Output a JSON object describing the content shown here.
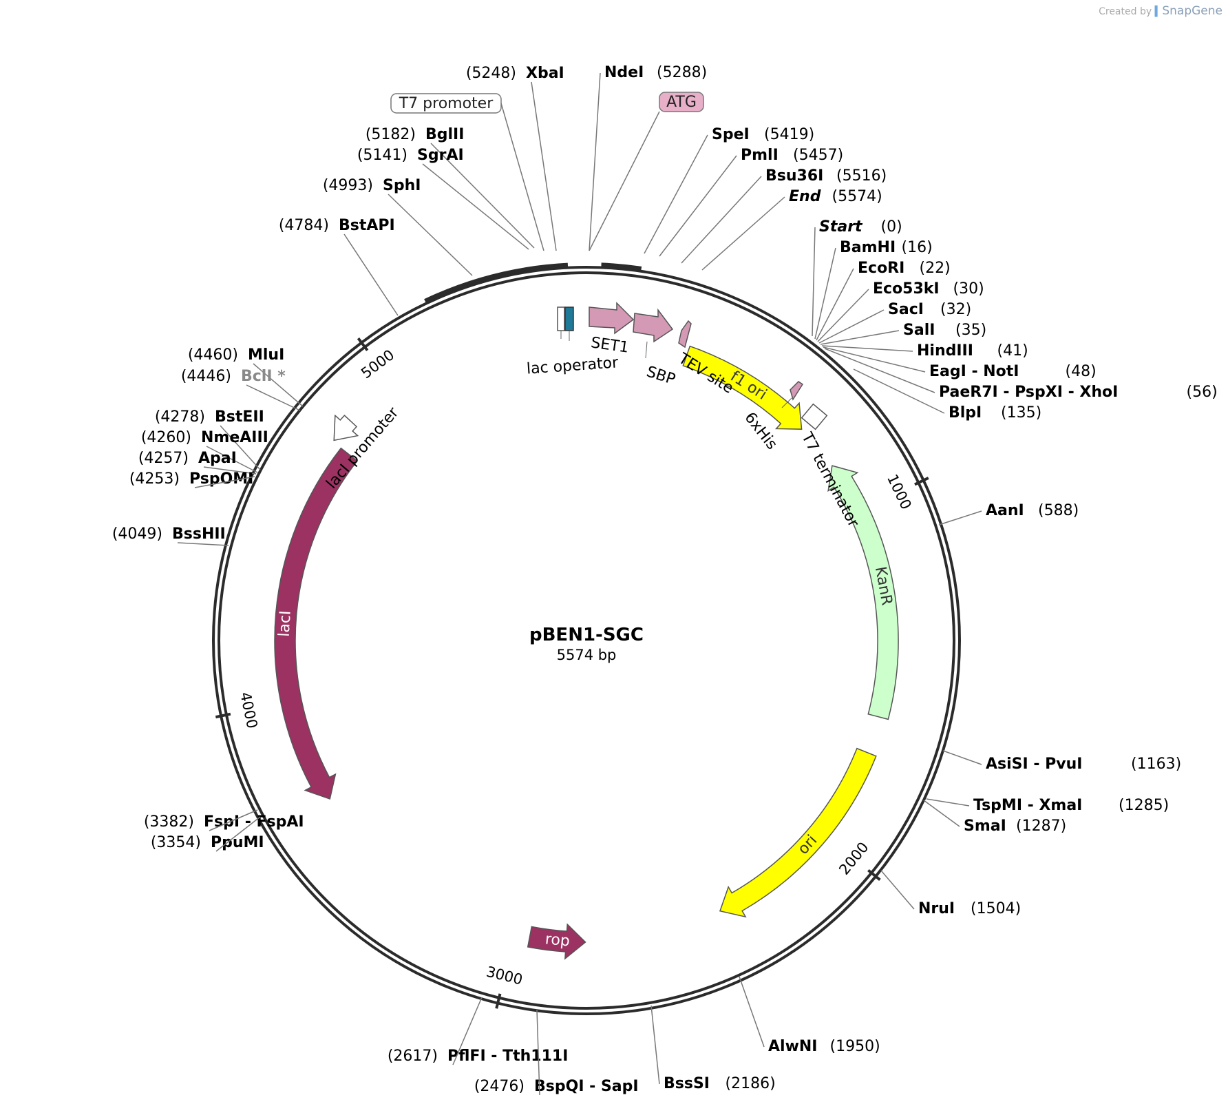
{
  "credit": {
    "prefix": "Created by",
    "brand": "SnapGene"
  },
  "plasmid": {
    "name": "pBEN1-SGC",
    "length_label": "5574 bp",
    "length": 5574
  },
  "ticks": [
    {
      "pos": 1000,
      "label": "1000"
    },
    {
      "pos": 2000,
      "label": "2000"
    },
    {
      "pos": 3000,
      "label": "3000"
    },
    {
      "pos": 4000,
      "label": "4000"
    },
    {
      "pos": 5000,
      "label": "5000"
    }
  ],
  "colors": {
    "lacI": "#9b3262",
    "rop": "#9b3262",
    "KanR": "#ccffcc",
    "ori": "#ffff00",
    "f1ori": "#ffff00",
    "pink": "#d49ab5",
    "lacop": "#1f7a99",
    "grey_label": "#8a8a8a"
  },
  "features": [
    {
      "name": "lacI",
      "label": "lacI",
      "start": 4770,
      "end": 3690,
      "type": "arrow",
      "color": "#9b3262",
      "text_color": "#ffffff",
      "inside": true
    },
    {
      "name": "lacI-promoter",
      "label": "lacI promoter",
      "start": 4845,
      "end": 4775,
      "type": "arrow",
      "color": "#ffffff"
    },
    {
      "name": "rop",
      "label": "rop",
      "start": 2955,
      "end": 2790,
      "type": "arrow",
      "color": "#9b3262",
      "text_color": "#ffffff",
      "inside": true
    },
    {
      "name": "KanR",
      "label": "KanR",
      "start": 1620,
      "end": 845,
      "type": "arrow",
      "color": "#ccffcc",
      "text_color": "#333333",
      "inside": true
    },
    {
      "name": "ori",
      "label": "ori",
      "start": 1730,
      "end": 2380,
      "type": "arrow",
      "color": "#ffff00",
      "text_color": "#333333",
      "inside": true
    },
    {
      "name": "f1-ori",
      "label": "f1 ori",
      "start": 300,
      "end": 705,
      "type": "arrow",
      "color": "#ffff00",
      "text_color": "#333333",
      "inside": true
    }
  ],
  "mcs_features": [
    {
      "name": "lac-operator",
      "label": "lac operator"
    },
    {
      "name": "SET1",
      "label": "SET1"
    },
    {
      "name": "SBP",
      "label": "SBP"
    },
    {
      "name": "TEV-site",
      "label": "TEV site"
    },
    {
      "name": "6xHis",
      "label": "6xHis"
    },
    {
      "name": "T7-terminator",
      "label": "T7 terminator"
    }
  ],
  "boxed_labels": [
    {
      "name": "T7-promoter",
      "label": "T7 promoter",
      "fill": "#ffffff"
    },
    {
      "name": "ATG",
      "label": "ATG",
      "fill": "#e8b0c8"
    }
  ],
  "sites": [
    {
      "name": "XbaI",
      "pos": "(5248)",
      "side": "left"
    },
    {
      "name": "NdeI",
      "pos": "(5288)",
      "side": "right"
    },
    {
      "name": "BglII",
      "pos": "(5182)",
      "side": "left"
    },
    {
      "name": "SgrAI",
      "pos": "(5141)",
      "side": "left"
    },
    {
      "name": "SphI",
      "pos": "(4993)",
      "side": "left"
    },
    {
      "name": "BstAPI",
      "pos": "(4784)",
      "side": "left"
    },
    {
      "name": "MluI",
      "pos": "(4460)",
      "side": "left"
    },
    {
      "name": "BclI *",
      "pos": "(4446)",
      "side": "left",
      "grey": true
    },
    {
      "name": "BstEII",
      "pos": "(4278)",
      "side": "left"
    },
    {
      "name": "NmeAIII",
      "pos": "(4260)",
      "side": "left"
    },
    {
      "name": "ApaI",
      "pos": "(4257)",
      "side": "left"
    },
    {
      "name": "PspOMI",
      "pos": "(4253)",
      "side": "left"
    },
    {
      "name": "BssHII",
      "pos": "(4049)",
      "side": "left"
    },
    {
      "name": "FspI  -  FspAI",
      "pos": "(3382)",
      "side": "left"
    },
    {
      "name": "PpuMI",
      "pos": "(3354)",
      "side": "left"
    },
    {
      "name": "PflFI  -  Tth111I",
      "pos": "(2617)",
      "side": "left"
    },
    {
      "name": "BspQI  -  SapI",
      "pos": "(2476)",
      "side": "left"
    },
    {
      "name": "SpeI",
      "pos": "(5419)",
      "side": "right"
    },
    {
      "name": "PmlI",
      "pos": "(5457)",
      "side": "right"
    },
    {
      "name": "Bsu36I",
      "pos": "(5516)",
      "side": "right"
    },
    {
      "name": "End",
      "pos": "(5574)",
      "side": "right",
      "italic": true
    },
    {
      "name": "Start",
      "pos": "(0)",
      "side": "right",
      "italic": true
    },
    {
      "name": "BamHI",
      "pos": "(16)",
      "side": "right"
    },
    {
      "name": "EcoRI",
      "pos": "(22)",
      "side": "right"
    },
    {
      "name": "Eco53kI",
      "pos": "(30)",
      "side": "right"
    },
    {
      "name": "SacI",
      "pos": "(32)",
      "side": "right"
    },
    {
      "name": "SalI",
      "pos": "(35)",
      "side": "right"
    },
    {
      "name": "HindIII",
      "pos": "(41)",
      "side": "right"
    },
    {
      "name": "EagI  -  NotI",
      "pos": "(48)",
      "side": "right"
    },
    {
      "name": "PaeR7I  -  PspXI  -  XhoI",
      "pos": "(56)",
      "side": "right"
    },
    {
      "name": "BlpI",
      "pos": "(135)",
      "side": "right"
    },
    {
      "name": "AanI",
      "pos": "(588)",
      "side": "right"
    },
    {
      "name": "AsiSI  -  PvuI",
      "pos": "(1163)",
      "side": "right"
    },
    {
      "name": "TspMI  -  XmaI",
      "pos": "(1285)",
      "side": "right"
    },
    {
      "name": "SmaI",
      "pos": "(1287)",
      "side": "right"
    },
    {
      "name": "NruI",
      "pos": "(1504)",
      "side": "right"
    },
    {
      "name": "AlwNI",
      "pos": "(1950)",
      "side": "right"
    },
    {
      "name": "BssSI",
      "pos": "(2186)",
      "side": "right"
    }
  ]
}
